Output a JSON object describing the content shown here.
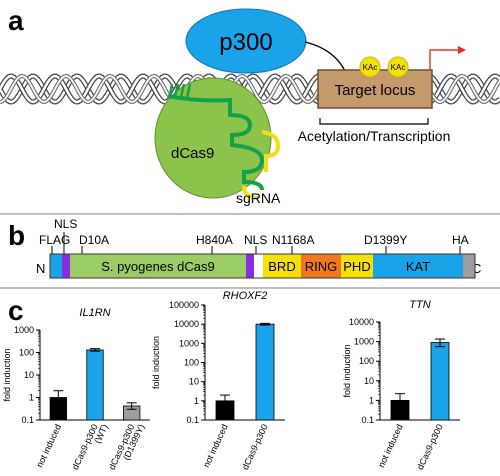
{
  "panel_a": {
    "label": "a",
    "p300_label": "p300",
    "dcas9_label": "dCas9",
    "sgrna_label": "sgRNA",
    "target_label": "Target locus",
    "kac_labels": [
      "KAc",
      "KAc"
    ],
    "outcome_label": "Acetylation/Transcription",
    "colors": {
      "p300": "#1aa3e8",
      "dcas9": "#8cc34a",
      "target": "#c49a6c",
      "kac": "#f5e10a",
      "arrow": "#e0302a",
      "sgrna_green": "#15a04a",
      "sgrna_yellow": "#f3dc1a"
    }
  },
  "panel_b": {
    "label": "b",
    "n_term": "N",
    "c_term": "C",
    "top_labels": [
      "FLAG",
      "NLS",
      "D10A",
      "H840A",
      "NLS",
      "N1168A",
      "D1399Y",
      "HA"
    ],
    "domain_labels": [
      "S. pyogenes dCas9",
      "BRD",
      "RING",
      "PHD",
      "KAT"
    ],
    "colors": {
      "flag": "#1aa3e8",
      "nls": "#8a2be2",
      "dcas9": "#9ccc65",
      "brd": "#f5e10a",
      "ring": "#f07820",
      "phd": "#f5e10a",
      "kat": "#1aa3e8",
      "ha": "#9e9e9e"
    }
  },
  "panel_c": {
    "label": "c",
    "ylabel": "fold induction",
    "charts": [
      {
        "gene": "IL1RN",
        "ticks": [
          "1000",
          "100",
          "10",
          "1",
          "0.1"
        ],
        "categories": [
          "not induced",
          "dCas9-p300\n(WT)",
          "dCas9-p300\n(D1399Y)"
        ],
        "category_lines": [
          [
            "not induced"
          ],
          [
            "dCas9-p300",
            "(WT)"
          ],
          [
            "dCas9-p300",
            "(D1399Y)"
          ]
        ],
        "values": [
          1.0,
          130,
          0.42
        ],
        "err_low": [
          0.45,
          115,
          0.3
        ],
        "err_high": [
          2.0,
          148,
          0.58
        ],
        "colors": [
          "#000000",
          "#1aa3e8",
          "#9e9e9e"
        ]
      },
      {
        "gene": "RHOXF2",
        "ticks": [
          "100000",
          "10000",
          "1000",
          "100",
          "10",
          "1",
          "0.1"
        ],
        "categories": [
          "not induced",
          "dCas9-p300"
        ],
        "category_lines": [
          [
            "not induced"
          ],
          [
            "dCas9-p300"
          ]
        ],
        "values": [
          1.0,
          10000
        ],
        "err_low": [
          0.5,
          9000
        ],
        "err_high": [
          2.0,
          11000
        ],
        "colors": [
          "#000000",
          "#1aa3e8"
        ]
      },
      {
        "gene": "TTN",
        "ticks": [
          "10000",
          "1000",
          "100",
          "10",
          "1",
          "0.1"
        ],
        "categories": [
          "not induced",
          "dCas9-p300"
        ],
        "category_lines": [
          [
            "not induced"
          ],
          [
            "dCas9-p300"
          ]
        ],
        "values": [
          1.0,
          900
        ],
        "err_low": [
          0.45,
          550
        ],
        "err_high": [
          2.2,
          1350
        ],
        "colors": [
          "#000000",
          "#1aa3e8"
        ]
      }
    ]
  },
  "chart_data": [
    {
      "type": "bar",
      "title": "IL1RN",
      "ylabel": "fold induction",
      "yscale": "log",
      "ylim": [
        0.1,
        1000
      ],
      "categories": [
        "not induced",
        "dCas9-p300 (WT)",
        "dCas9-p300 (D1399Y)"
      ],
      "values": [
        1.0,
        130,
        0.42
      ]
    },
    {
      "type": "bar",
      "title": "RHOXF2",
      "ylabel": "fold induction",
      "yscale": "log",
      "ylim": [
        0.1,
        100000
      ],
      "categories": [
        "not induced",
        "dCas9-p300"
      ],
      "values": [
        1.0,
        10000
      ]
    },
    {
      "type": "bar",
      "title": "TTN",
      "ylabel": "fold induction",
      "yscale": "log",
      "ylim": [
        0.1,
        10000
      ],
      "categories": [
        "not induced",
        "dCas9-p300"
      ],
      "values": [
        1.0,
        900
      ]
    }
  ]
}
